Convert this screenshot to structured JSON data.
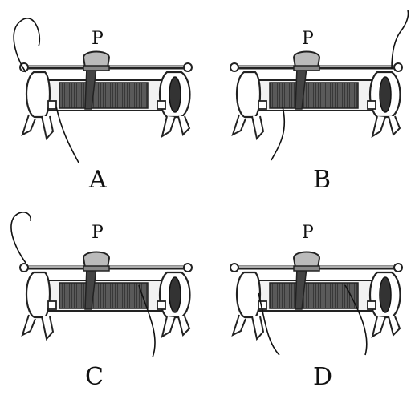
{
  "slider_label": "P",
  "options": [
    {
      "letter": "A"
    },
    {
      "letter": "B"
    },
    {
      "letter": "C"
    },
    {
      "letter": "D"
    }
  ]
}
